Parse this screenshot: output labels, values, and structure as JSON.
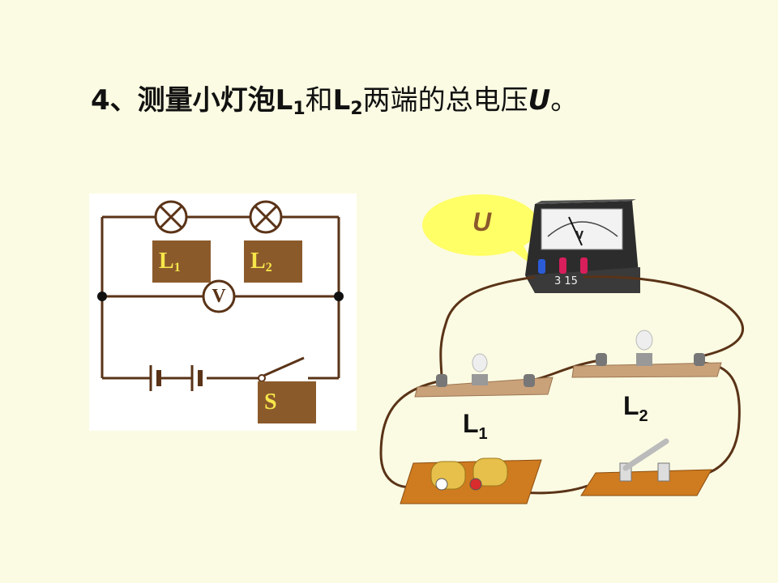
{
  "title": {
    "prefix": "4、测量小灯泡",
    "l1": "L",
    "l1_sub": "1",
    "and": "和",
    "l2": "L",
    "l2_sub": "2",
    "suffix": "两端的总电压",
    "u": "U",
    "end": "。"
  },
  "schematic": {
    "lamp1_label": "L",
    "lamp1_sub": "1",
    "lamp2_label": "L",
    "lamp2_sub": "2",
    "voltmeter_label": "V",
    "switch_label": "S"
  },
  "scene": {
    "bubble_label": "U",
    "meter_dial_letter": "V",
    "meter_terminals": "3  15",
    "lamp1_label": "L",
    "lamp1_sub": "1",
    "lamp2_label": "L",
    "lamp2_sub": "2"
  },
  "colors": {
    "background": "#fbfbe3",
    "wire": "#5a3317",
    "label_box": "#8b5a2b",
    "label_text": "#f7e74a",
    "bubble": "#ffff66"
  }
}
